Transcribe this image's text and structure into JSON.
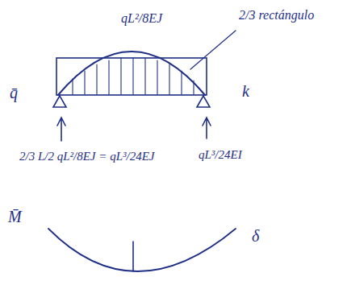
{
  "diagram": {
    "labels": [
      "qL²/8EJ",
      "2/3 rectángulo",
      "q̄",
      "k",
      "2/3 L/2 qL²/8EJ = qL³/24EJ",
      "qL³/24EI",
      "M̄",
      "δ"
    ]
  }
}
